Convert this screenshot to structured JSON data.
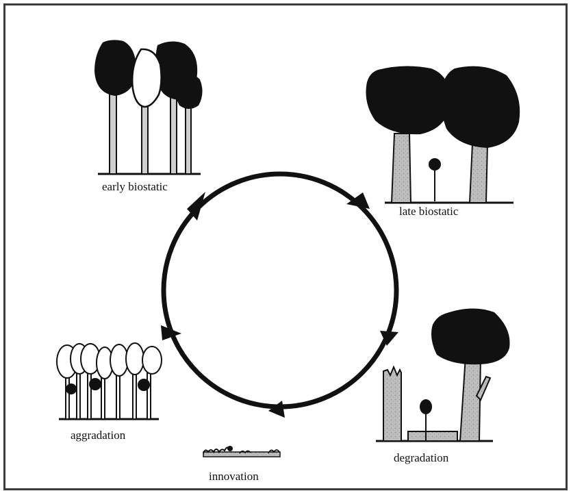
{
  "stages": [
    {
      "id": "early",
      "label": "early biostatic"
    },
    {
      "id": "late",
      "label": "late biostatic"
    },
    {
      "id": "degradation",
      "label": "degradation"
    },
    {
      "id": "innovation",
      "label": "innovation"
    },
    {
      "id": "aggradation",
      "label": "aggradation"
    }
  ],
  "colors": {
    "ink": "#111111",
    "trunk": "#b9b9b9",
    "frame": "#3a3a3a",
    "background": "#ffffff"
  }
}
